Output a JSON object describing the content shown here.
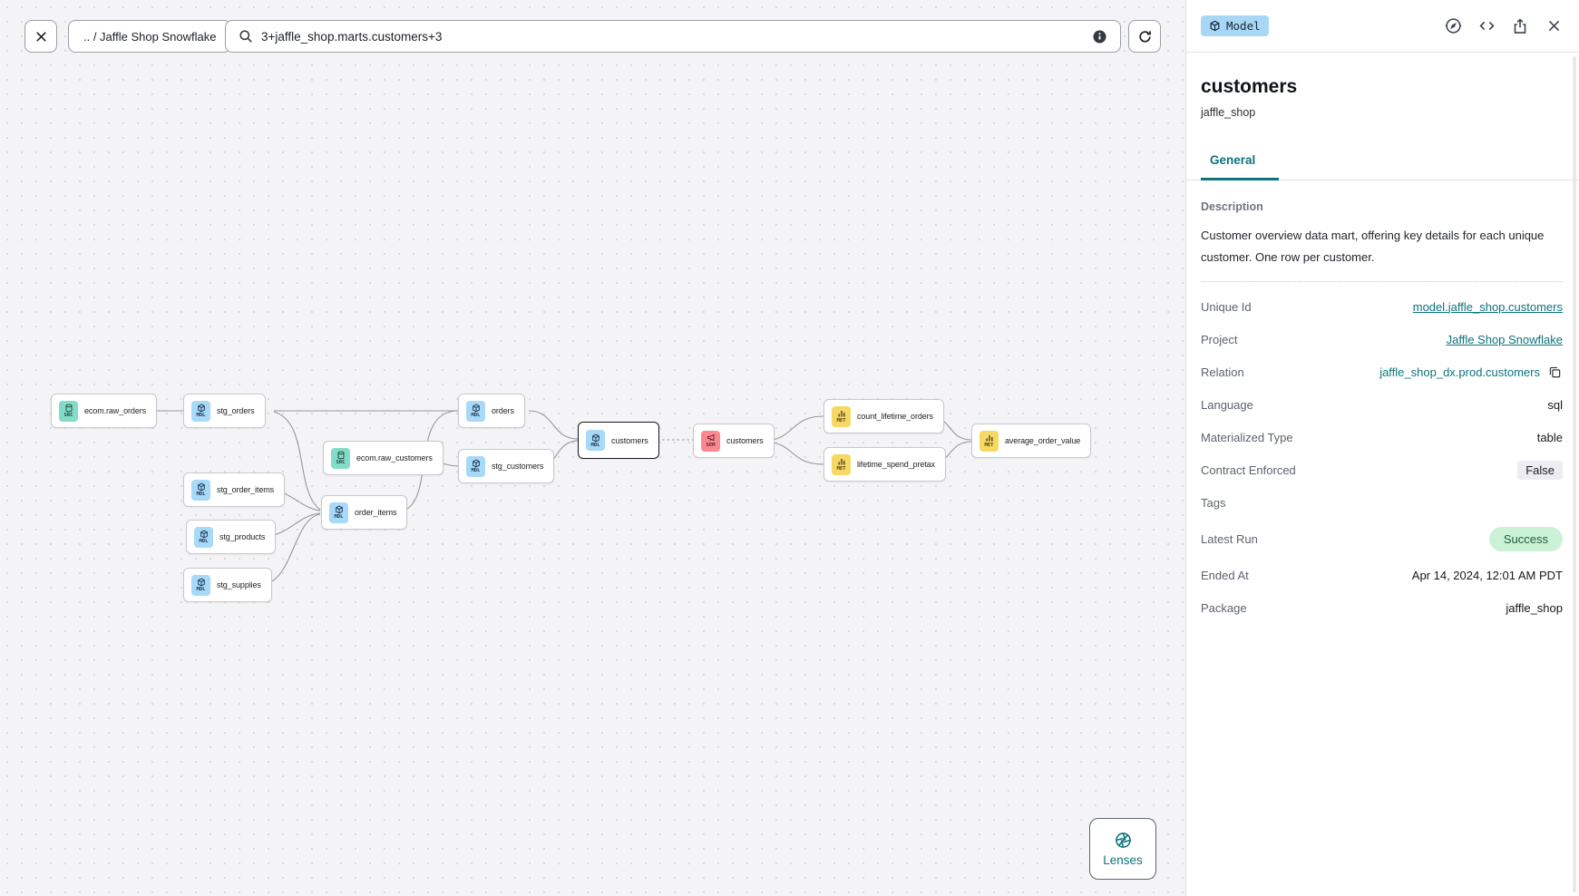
{
  "toolbar": {
    "breadcrumb": ".. / Jaffle Shop Snowflake",
    "search_value": "3+jaffle_shop.marts.customers+3"
  },
  "panel": {
    "badge": "Model",
    "title": "customers",
    "subtitle": "jaffle_shop",
    "tabs": [
      {
        "label": "General"
      }
    ],
    "description_label": "Description",
    "description": "Customer overview data mart, offering key details for each unique customer. One row per customer.",
    "fields": [
      {
        "label": "Unique Id",
        "value": "model.jaffle_shop.customers",
        "type": "link"
      },
      {
        "label": "Project",
        "value": "Jaffle Shop Snowflake",
        "type": "link"
      },
      {
        "label": "Relation",
        "value": "jaffle_shop_dx.prod.customers",
        "type": "copyable"
      },
      {
        "label": "Language",
        "value": "sql",
        "type": "text"
      },
      {
        "label": "Materialized Type",
        "value": "table",
        "type": "text"
      },
      {
        "label": "Contract Enforced",
        "value": "False",
        "type": "badge"
      },
      {
        "label": "Tags",
        "value": "",
        "type": "empty"
      },
      {
        "label": "Latest Run",
        "value": "Success",
        "type": "pill"
      },
      {
        "label": "Ended At",
        "value": "Apr 14, 2024, 12:01 AM PDT",
        "type": "text"
      },
      {
        "label": "Package",
        "value": "jaffle_shop",
        "type": "text"
      }
    ]
  },
  "lenses": {
    "label": "Lenses"
  },
  "graph": {
    "nodes": [
      {
        "label": "ecom.raw_orders",
        "kind": "source",
        "kind_label": "SRC"
      },
      {
        "label": "stg_orders",
        "kind": "model",
        "kind_label": "MDL"
      },
      {
        "label": "stg_order_items",
        "kind": "model",
        "kind_label": "MDL"
      },
      {
        "label": "stg_products",
        "kind": "model",
        "kind_label": "MDL"
      },
      {
        "label": "stg_supplies",
        "kind": "model",
        "kind_label": "MDL"
      },
      {
        "label": "ecom.raw_customers",
        "kind": "source",
        "kind_label": "SRC"
      },
      {
        "label": "order_items",
        "kind": "model",
        "kind_label": "MDL"
      },
      {
        "label": "orders",
        "kind": "model",
        "kind_label": "MDL"
      },
      {
        "label": "stg_customers",
        "kind": "model",
        "kind_label": "MDL"
      },
      {
        "label": "customers",
        "kind": "model",
        "kind_label": "MDL",
        "selected": true
      },
      {
        "label": "customers",
        "kind": "semantic_model",
        "kind_label": "SEM"
      },
      {
        "label": "count_lifetime_orders",
        "kind": "metric",
        "kind_label": "MET"
      },
      {
        "label": "lifetime_spend_pretax",
        "kind": "metric",
        "kind_label": "MET"
      },
      {
        "label": "average_order_value",
        "kind": "metric",
        "kind_label": "MET"
      }
    ]
  },
  "colors": {
    "accent_teal": "#0c737b",
    "model_badge_bg": "#a8d7f5",
    "node_source_bg": "#82dcc8",
    "node_model_bg": "#a7d9f8",
    "node_metric_bg": "#f6d864",
    "node_semantic_bg": "#fb8890",
    "success_pill_bg": "#cbf1d6",
    "success_pill_text": "#1d5c38",
    "contract_badge_bg": "#ececf2"
  }
}
